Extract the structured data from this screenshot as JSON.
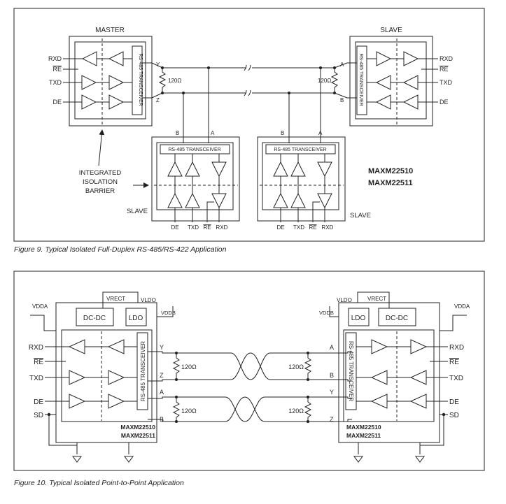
{
  "figure9": {
    "caption": "Figure 9. Typical Isolated Full-Duplex RS-485/RS-422 Application",
    "master_label": "MASTER",
    "slave_label": "SLAVE",
    "transceiver_label": "RS-485 TRANSCEIVER",
    "resistor_label": "120Ω",
    "part_number_1": "MAXM22510",
    "part_number_2": "MAXM22511",
    "barrier_line_1": "INTEGRATED",
    "barrier_line_2": "ISOLATION",
    "barrier_line_3": "BARRIER",
    "pin_rxd": "RXD",
    "pin_re": "RE",
    "pin_txd": "TXD",
    "pin_de": "DE",
    "pin_y": "Y",
    "pin_z": "Z",
    "pin_a": "A",
    "pin_b": "B"
  },
  "figure10": {
    "caption": "Figure 10. Typical Isolated Point-to-Point Application",
    "vdda": "VDDA",
    "vddb": "VDDB",
    "vrect": "VRECT",
    "vldo": "VLDO",
    "dcdc_label": "DC-DC",
    "ldo_label": "LDO",
    "transceiver_label": "RS-485 TRANSCEIVER",
    "resistor_label": "120Ω",
    "part_number_1": "MAXM22510",
    "part_number_2": "MAXM22511",
    "pin_rxd": "RXD",
    "pin_re": "RE",
    "pin_txd": "TXD",
    "pin_de": "DE",
    "pin_sd": "SD",
    "pin_y": "Y",
    "pin_z": "Z",
    "pin_a": "A",
    "pin_b": "B"
  }
}
